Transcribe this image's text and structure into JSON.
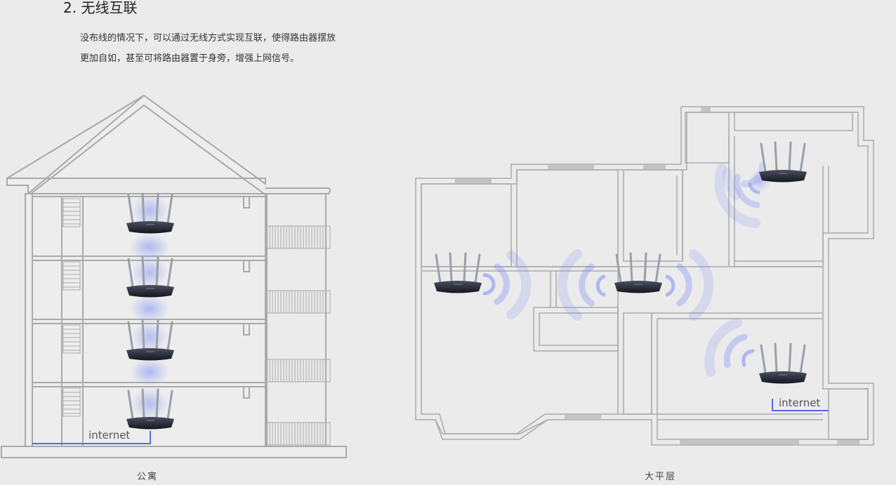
{
  "heading": "2. 无线互联",
  "description": {
    "line1": "没布线的情况下，可以通过无线方式实现互联，使得路由器摆放",
    "line2": "更加自如，甚至可将路由器置于身旁，增强上网信号。"
  },
  "apartment": {
    "caption": "公寓",
    "internet_label": "internet"
  },
  "flat": {
    "caption": "大平层",
    "internet_label": "internet"
  },
  "colors": {
    "wall": "#a9a9a9",
    "wifi": "#7b8cf5",
    "cable": "#5566e8",
    "router": "#23252f"
  },
  "icons": [
    "router-icon",
    "wifi-signal-icon"
  ]
}
